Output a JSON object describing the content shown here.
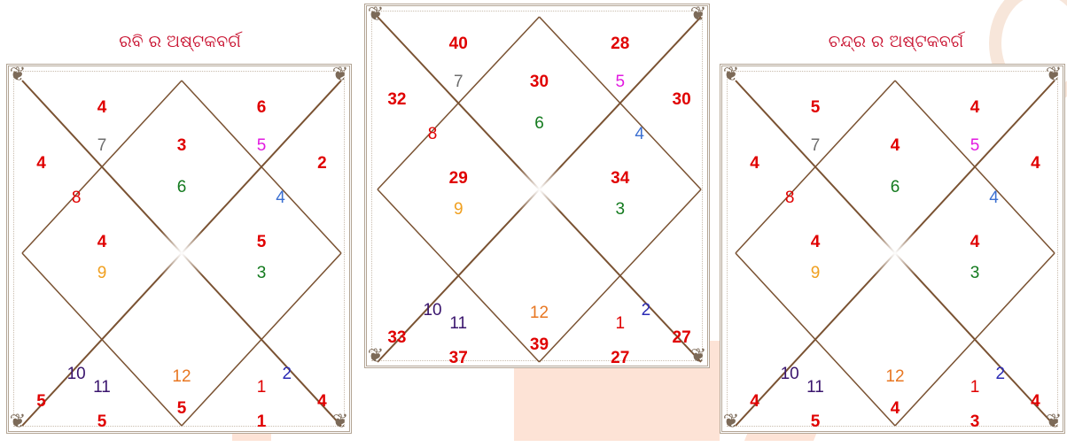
{
  "colors": {
    "score": "#e00000",
    "line": "#7a5232",
    "sign": {
      "1": "#e00000",
      "2": "#2b2bb5",
      "3": "#137a1e",
      "4": "#3b6fd1",
      "5": "#e21ae0",
      "6": "#137a1e",
      "7": "#6e6e6e",
      "8": "#e00000",
      "9": "#f0a020",
      "10": "#3a156e",
      "11": "#3a156e",
      "12": "#e87722"
    }
  },
  "charts": [
    {
      "id": "sun",
      "title": "ରବି ର ଅଷ୍ଟକବର୍ଗ",
      "houses": [
        {
          "sign": "7",
          "score": "4"
        },
        {
          "sign": "6",
          "score": "3"
        },
        {
          "sign": "5",
          "score": "6"
        },
        {
          "sign": "4",
          "score": "2"
        },
        {
          "sign": "3",
          "score": "5"
        },
        {
          "sign": "2",
          "score": "4"
        },
        {
          "sign": "1",
          "score": "1"
        },
        {
          "sign": "12",
          "score": "5"
        },
        {
          "sign": "11",
          "score": "5"
        },
        {
          "sign": "10",
          "score": "5"
        },
        {
          "sign": "9",
          "score": "4"
        },
        {
          "sign": "8",
          "score": "4"
        }
      ]
    },
    {
      "id": "total",
      "title": "",
      "houses": [
        {
          "sign": "7",
          "score": "40"
        },
        {
          "sign": "6",
          "score": "30"
        },
        {
          "sign": "5",
          "score": "28"
        },
        {
          "sign": "4",
          "score": "30"
        },
        {
          "sign": "3",
          "score": "34"
        },
        {
          "sign": "2",
          "score": "27"
        },
        {
          "sign": "1",
          "score": "27"
        },
        {
          "sign": "12",
          "score": "39"
        },
        {
          "sign": "11",
          "score": "37"
        },
        {
          "sign": "10",
          "score": "33"
        },
        {
          "sign": "9",
          "score": "29"
        },
        {
          "sign": "8",
          "score": "32"
        }
      ]
    },
    {
      "id": "moon",
      "title": "ଚନ୍ଦ୍ର ର ଅଷ୍ଟକବର୍ଗ",
      "houses": [
        {
          "sign": "7",
          "score": "5"
        },
        {
          "sign": "6",
          "score": "4"
        },
        {
          "sign": "5",
          "score": "4"
        },
        {
          "sign": "4",
          "score": "4"
        },
        {
          "sign": "3",
          "score": "4"
        },
        {
          "sign": "2",
          "score": "4"
        },
        {
          "sign": "1",
          "score": "3"
        },
        {
          "sign": "12",
          "score": "4"
        },
        {
          "sign": "11",
          "score": "5"
        },
        {
          "sign": "10",
          "score": "4"
        },
        {
          "sign": "9",
          "score": "4"
        },
        {
          "sign": "8",
          "score": "4"
        }
      ]
    }
  ]
}
